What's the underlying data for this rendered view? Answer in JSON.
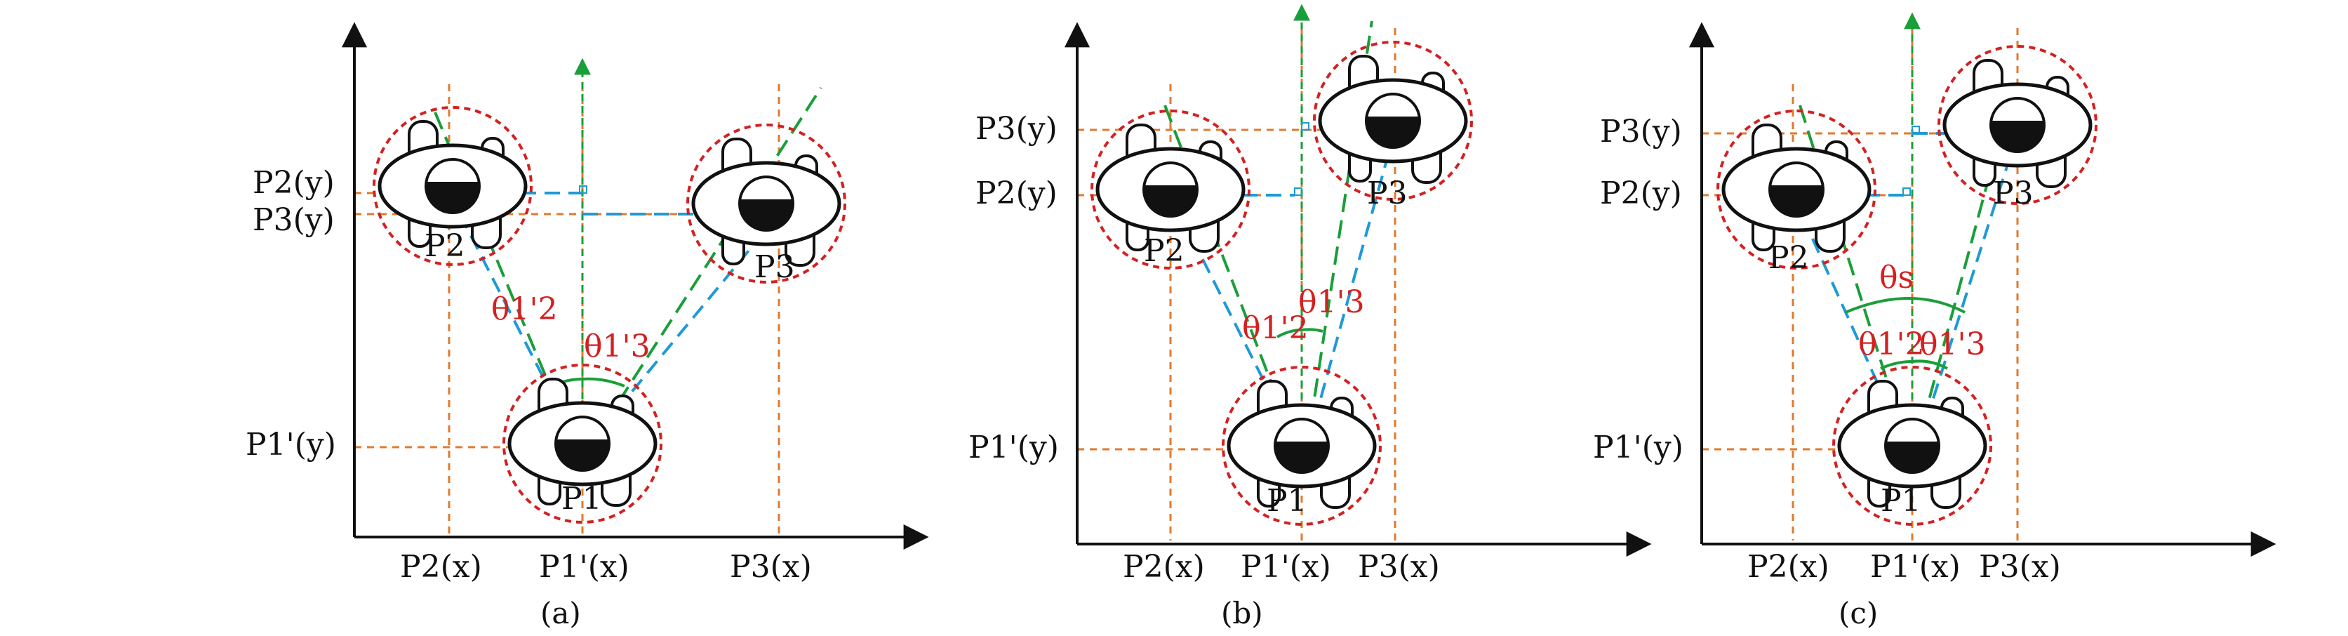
{
  "panels": [
    {
      "caption": "(a)",
      "y_labels": [
        "P2(y)",
        "P3(y)",
        "P1'(y)"
      ],
      "x_labels": [
        "P2(x)",
        "P1'(x)",
        "P3(x)"
      ],
      "eye_labels": [
        "P1",
        "P2",
        "P3"
      ],
      "angle_labels": [
        "θ1'2",
        "θ1'3"
      ]
    },
    {
      "caption": "(b)",
      "y_labels": [
        "P3(y)",
        "P2(y)",
        "P1'(y)"
      ],
      "x_labels": [
        "P2(x)",
        "P1'(x)",
        "P3(x)"
      ],
      "eye_labels": [
        "P1",
        "P2",
        "P3"
      ],
      "angle_labels": [
        "θ1'2",
        "θ1'3"
      ]
    },
    {
      "caption": "(c)",
      "y_labels": [
        "P3(y)",
        "P2(y)",
        "P1'(y)"
      ],
      "x_labels": [
        "P2(x)",
        "P1'(x)",
        "P3(x)"
      ],
      "eye_labels": [
        "P1",
        "P2",
        "P3"
      ],
      "angle_labels": [
        "θs",
        "θ1'2",
        "θ1'3"
      ]
    }
  ],
  "colors": {
    "axis": "#111111",
    "grid_orange": "#e07a2e",
    "circle_red": "#d42020",
    "green_dash": "#1a9e3a",
    "blue_dash": "#1e9ad6",
    "angle_red": "#d42020"
  }
}
